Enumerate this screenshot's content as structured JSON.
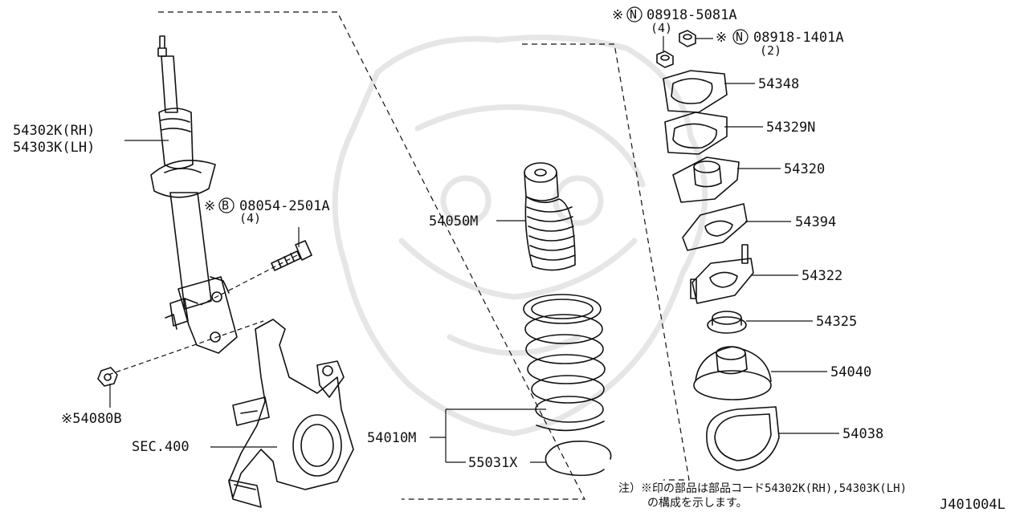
{
  "parts": {
    "strut_rh": "54302K(RH)",
    "strut_lh": "54303K(LH)",
    "bolt_code": "08054-2501A",
    "bolt_qty": "(4)",
    "bolt_prefix": "※",
    "bolt_circle": "B",
    "nut": "※54080B",
    "sec400": "SEC.400",
    "bumper": "54050M",
    "spring": "54010M",
    "snap_ring": "55031X",
    "nut_a_code": "08918-5081A",
    "nut_a_qty": "(4)",
    "nut_a_prefix": "※",
    "nut_a_circle": "N",
    "nut_b_code": "08918-1401A",
    "nut_b_qty": "(2)",
    "nut_b_prefix": "※",
    "nut_b_circle": "N",
    "plate_54348": "54348",
    "gasket_54329n": "54329N",
    "mount_54320": "54320",
    "plate_54394": "54394",
    "mount_54322": "54322",
    "bearing_54325": "54325",
    "seat_54040": "54040",
    "seat_54038": "54038"
  },
  "note": {
    "line1": "注）※印の部品は部品コード54302K(RH),54303K(LH)",
    "line2": "の構成を示します。"
  },
  "diagram_id": "J401004L"
}
